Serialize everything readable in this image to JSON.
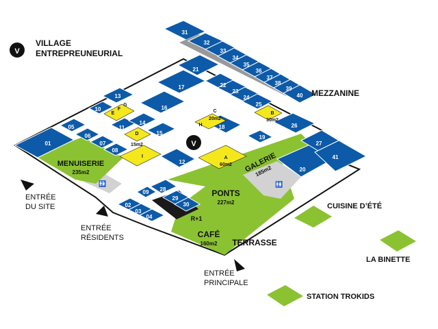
{
  "village": {
    "badge_letter": "V",
    "title_line1": "VILLAGE",
    "title_line2": "ENTREPREUNEURIAL"
  },
  "floor_marker": "V",
  "labels": {
    "mezzanine": "MEZZANINE",
    "menuiserie": "MENUISERIE",
    "menuiserie_area": "235m2",
    "galerie": "GALERIE",
    "galerie_area": "185m2",
    "ponts": "PONTS",
    "ponts_area": "227m2",
    "cafe": "CAFÉ",
    "cafe_area": "160m2",
    "terrasse": "TERRASSE",
    "r_plus_1": "R+1",
    "cuisine": "CUISINE D’ÉTÉ",
    "binette": "LA BINETTE",
    "trokids": "STATION TROKIDS"
  },
  "entrances": {
    "site_line1": "ENTRÉE",
    "site_line2": "DU SITE",
    "residents_line1": "ENTRÉE",
    "residents_line2": "RÉSIDENTS",
    "main_line1": "ENTRÉE",
    "main_line2": "PRINCIPALE"
  },
  "yellow_rooms": {
    "a_letter": "A",
    "a_area": "60m2",
    "b_letter": "B",
    "b_area": "30m2",
    "c_letter": "C",
    "c_area": "20m2",
    "d_letter": "D",
    "d_area": "15m2",
    "e_letter": "E",
    "f_letter": "F",
    "g_letter": "G",
    "h_letter": "H",
    "i_letter": "I"
  },
  "rooms": [
    "01",
    "02",
    "03",
    "04",
    "05",
    "06",
    "07",
    "08",
    "09",
    "10",
    "11",
    "12",
    "13",
    "14",
    "15",
    "16",
    "17",
    "18",
    "19",
    "20",
    "21",
    "22",
    "23",
    "24",
    "25",
    "26",
    "27",
    "28",
    "29",
    "30",
    "31",
    "32",
    "33",
    "34",
    "35",
    "36",
    "37",
    "38",
    "39",
    "40",
    "41"
  ],
  "colors": {
    "blue": "#0d5aa8",
    "yellow": "#f4e81c",
    "green": "#8bc232",
    "grey": "#d2d2d2",
    "dark": "#1a1a1a"
  }
}
